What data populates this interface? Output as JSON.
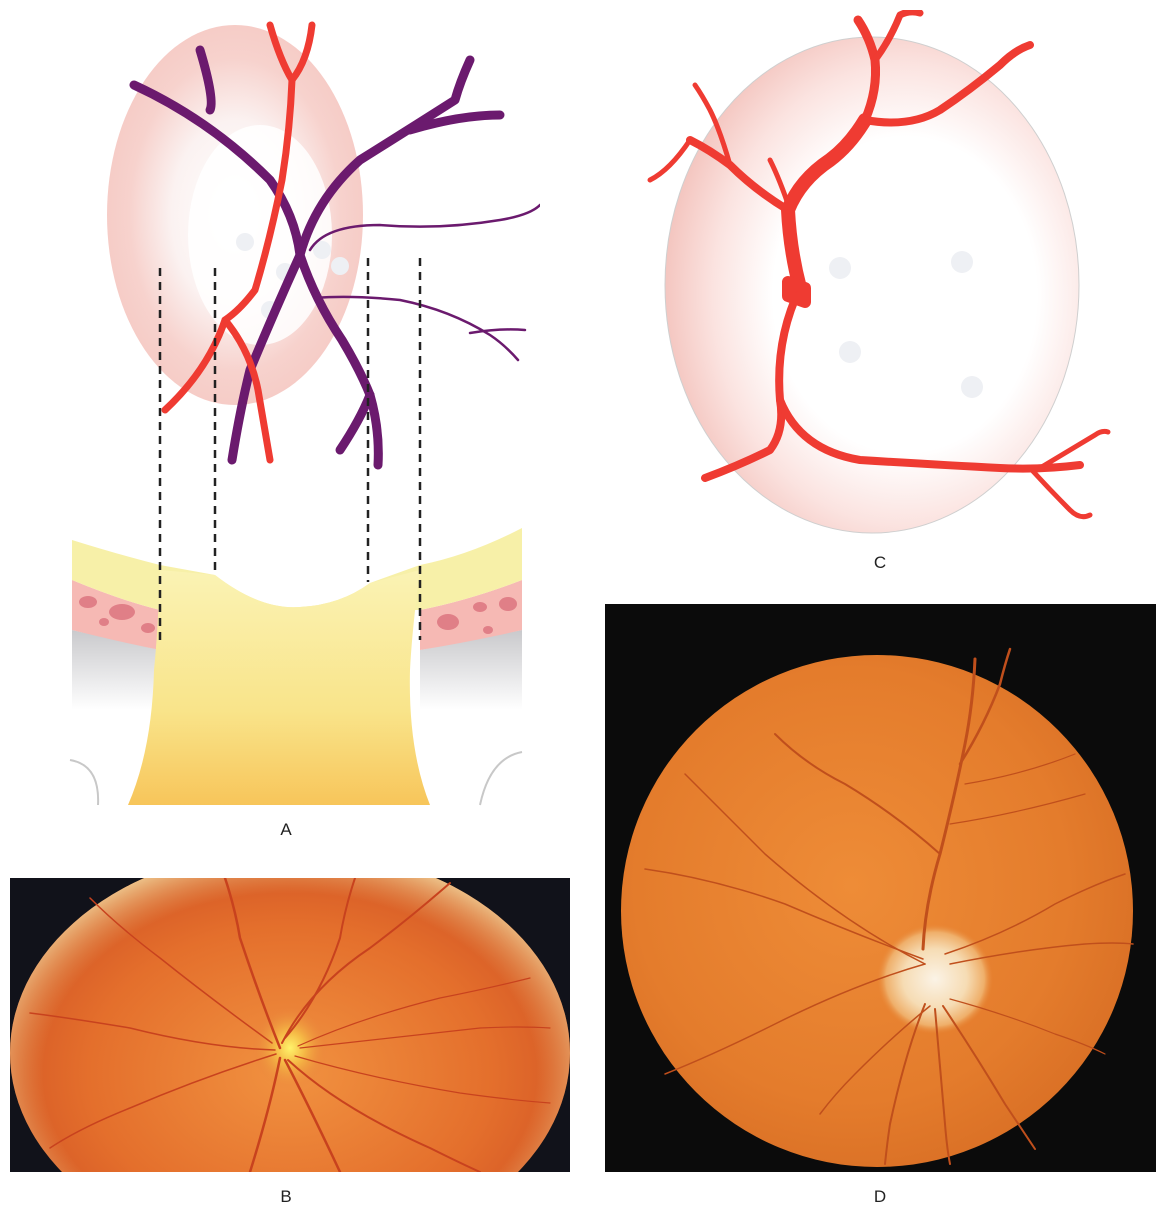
{
  "figure": {
    "panels": [
      {
        "id": "A",
        "label": "A"
      },
      {
        "id": "B",
        "label": "B"
      },
      {
        "id": "C",
        "label": "C"
      },
      {
        "id": "D",
        "label": "D"
      }
    ],
    "colors": {
      "artery": "#ef3b32",
      "vein": "#6b1a6e",
      "disc_rim": "#f6cfc9",
      "optic_nerve": "#f7ee9a",
      "fundus_orange": "#e3862f",
      "fundus_border": "#0b0b0b"
    }
  }
}
